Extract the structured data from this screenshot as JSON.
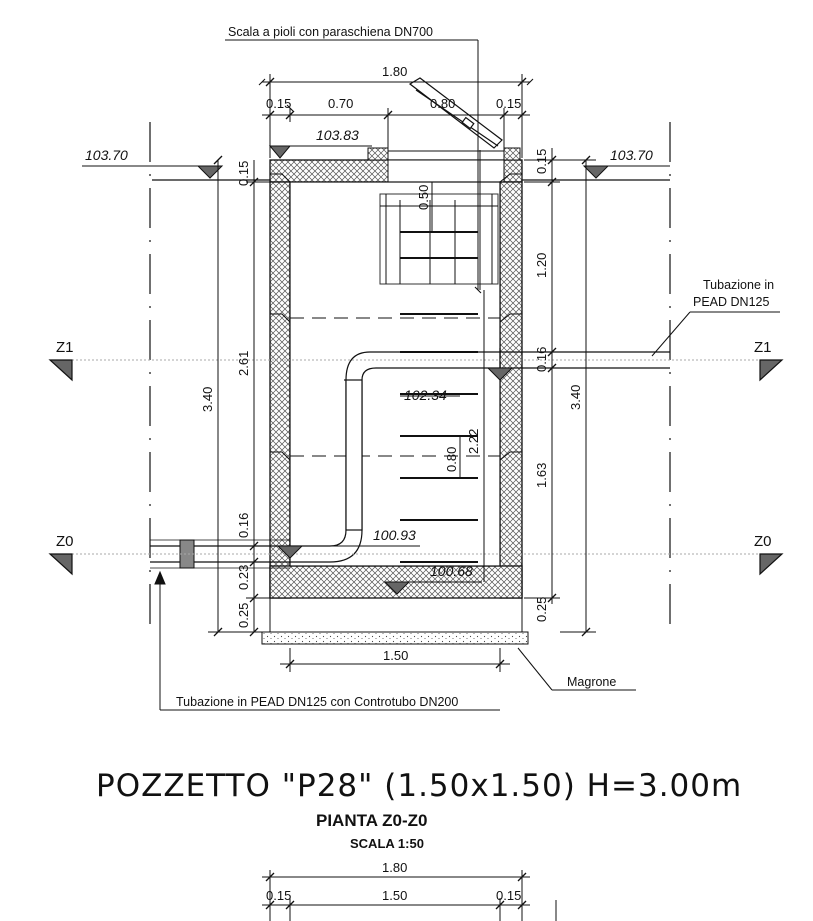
{
  "labels": {
    "ladder_note": "Scala a pioli con paraschiena DN700",
    "pipe_right_line1": "Tubazione in",
    "pipe_right_line2": "PEAD DN125",
    "pipe_bottom_note": "Tubazione in PEAD DN125 con Controtubo DN200",
    "magrone": "Magrone"
  },
  "elevations": {
    "ground_left": "103.70",
    "ground_right": "103.70",
    "top_slab": "103.83",
    "pipe_z1": "102.34",
    "pipe_z0": "100.93",
    "bottom": "100.68"
  },
  "sections": {
    "z1_left": "Z1",
    "z1_right": "Z1",
    "z0_left": "Z0",
    "z0_right": "Z0"
  },
  "dimensions": {
    "top_total": "1.80",
    "top_left_wall": "0.15",
    "top_opening_left": "0.70",
    "top_opening": "0.80",
    "top_right_wall": "0.15",
    "right_slab": "0.15",
    "right_upper": "1.20",
    "right_pipe": "0.16",
    "right_total": "3.40",
    "right_lower": "1.63",
    "right_base": "0.25",
    "left_slab": "0.15",
    "left_upper": "2.61",
    "left_total": "3.40",
    "left_pipe": "0.16",
    "left_lower": "0.23",
    "left_base": "0.25",
    "inner_cover": "0.50",
    "inner_pipes": "2.22",
    "inner_step": "0.80",
    "bottom_inner": "1.50",
    "plan_total": "1.80",
    "plan_left": "0.15",
    "plan_inner": "1.50",
    "plan_right": "0.15"
  },
  "titles": {
    "main": "POZZETTO \"P28\" (1.50x1.50) H=3.00m",
    "plan": "PIANTA Z0-Z0",
    "scale": "SCALA 1:50"
  }
}
